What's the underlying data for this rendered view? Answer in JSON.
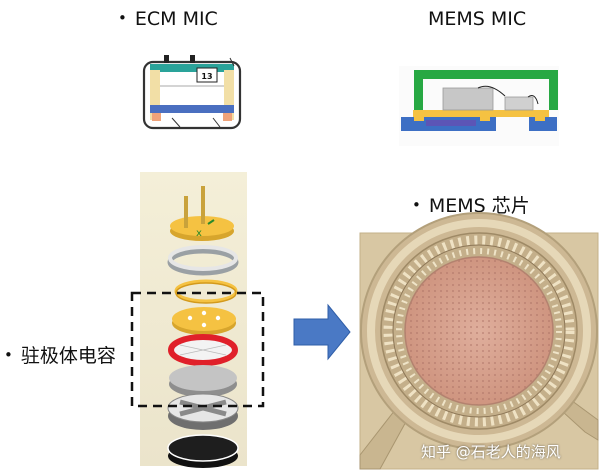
{
  "labels": {
    "ecm_mic": "ECM MIC",
    "mems_mic": "MEMS MIC",
    "mems_chip": "MEMS 芯片",
    "electret_capacitor": "驻极体电容",
    "bullet": "•"
  },
  "ecm_diagram": {
    "chip_label": "13"
  },
  "watermark": "知乎 @石老人的海风",
  "colors": {
    "pcb_blue": "#3d6fc4",
    "yellow": "#f5c242",
    "green_cap": "#27a843",
    "red_ring": "#e0202a",
    "arrow_blue": "#4a79c5",
    "chip_bg": "#d7c6a4",
    "die_pink": "#d9a08e"
  }
}
